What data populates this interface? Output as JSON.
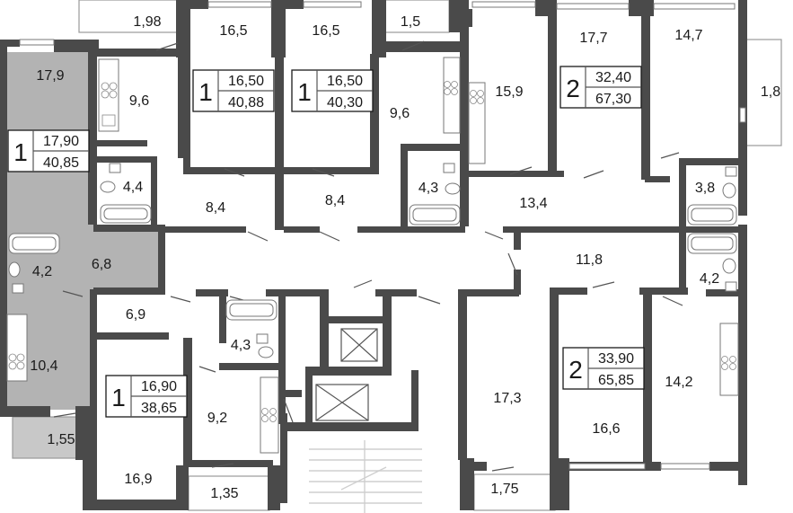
{
  "rooms": {
    "r_179": "17,9",
    "r_96a": "9,6",
    "r_44": "4,4",
    "r_84a": "8,4",
    "r_42a": "4,2",
    "r_68": "6,8",
    "r_104": "10,4",
    "r_155": "1,55",
    "r_198": "1,98",
    "r_165a": "16,5",
    "r_165b": "16,5",
    "r_15": "1,5",
    "r_96b": "9,6",
    "r_84b": "8,4",
    "r_43a": "4,3",
    "r_159": "15,9",
    "r_177": "17,7",
    "r_147": "14,7",
    "r_18": "1,8",
    "r_134": "13,4",
    "r_38": "3,8",
    "r_118": "11,8",
    "r_42b": "4,2",
    "r_69": "6,9",
    "r_43b": "4,3",
    "r_92": "9,2",
    "r_169": "16,9",
    "r_135": "1,35",
    "r_173": "17,3",
    "r_166": "16,6",
    "r_142": "14,2",
    "r_175": "1,75"
  },
  "apartments": [
    {
      "rooms": "1",
      "living": "17,90",
      "total": "40,85"
    },
    {
      "rooms": "1",
      "living": "16,50",
      "total": "40,88"
    },
    {
      "rooms": "1",
      "living": "16,50",
      "total": "40,30"
    },
    {
      "rooms": "2",
      "living": "32,40",
      "total": "67,30"
    },
    {
      "rooms": "1",
      "living": "16,90",
      "total": "38,65"
    },
    {
      "rooms": "2",
      "living": "33,90",
      "total": "65,85"
    }
  ],
  "colors": {
    "wall": "#4a4a4a",
    "highlight": "#b3b3b3",
    "background": "#ffffff"
  }
}
